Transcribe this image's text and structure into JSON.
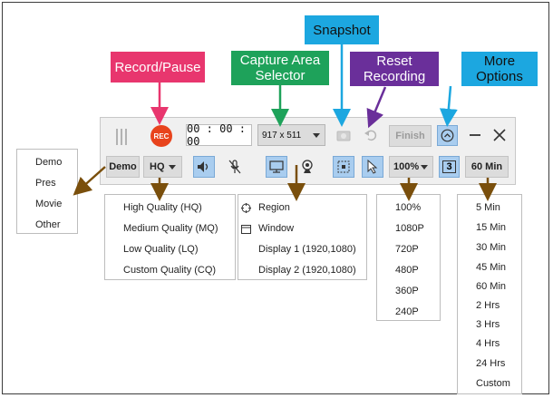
{
  "callouts": {
    "record_pause": "Record/Pause",
    "capture_area": "Capture Area Selector",
    "snapshot": "Snapshot",
    "reset_recording": "Reset Recording",
    "more_options": "More Options"
  },
  "toolbar": {
    "rec_label": "REC",
    "timer": "00 : 00 : 00",
    "area_size": "917 x 511",
    "finish_label": "Finish",
    "mode_label": "Demo",
    "quality_label": "HQ",
    "zoom_label": "100%",
    "page_label": "3",
    "duration_label": "60 Min"
  },
  "mode_menu": [
    "Demo",
    "Pres",
    "Movie",
    "Other"
  ],
  "quality_menu": [
    "High Quality (HQ)",
    "Medium Quality (MQ)",
    "Low Quality (LQ)",
    "Custom Quality (CQ)"
  ],
  "area_menu": [
    "Region",
    "Window",
    "Display 1 (1920,1080)",
    "Display 2 (1920,1080)"
  ],
  "resolution_menu": [
    "100%",
    "1080P",
    "720P",
    "480P",
    "360P",
    "240P"
  ],
  "duration_menu": [
    "5 Min",
    "15 Min",
    "30 Min",
    "45 Min",
    "60 Min",
    "2 Hrs",
    "3 Hrs",
    "4 Hrs",
    "24 Hrs",
    "Custom"
  ],
  "colors": {
    "record_callout": "#e8366e",
    "capture_callout": "#1ea25a",
    "snapshot_callout": "#1ca7e0",
    "reset_callout": "#6a2f9a",
    "more_callout": "#1ca7e0",
    "rec_button": "#e8431c",
    "arrow_brown": "#7a4f0c"
  }
}
